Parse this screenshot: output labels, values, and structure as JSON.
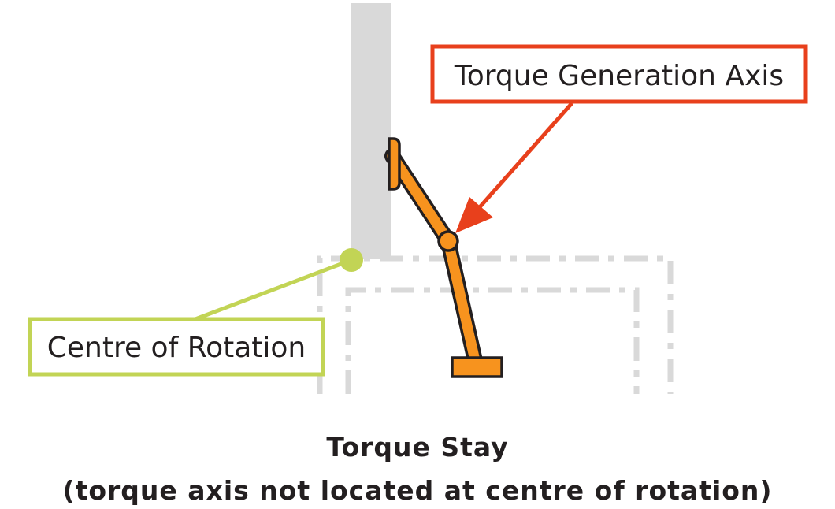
{
  "labels": {
    "torque_axis": "Torque Generation Axis",
    "centre_rotation": "Centre of Rotation"
  },
  "caption": {
    "title": "Torque Stay",
    "subtitle": "(torque axis not located at centre of rotation)"
  },
  "colors": {
    "wall": "#d9d9d9",
    "stay": "#f7931e",
    "outline": "#231f20",
    "torque_axis_accent": "#e8401c",
    "centre_accent": "#c2d455",
    "dashed_frame": "#d9d9d9"
  }
}
